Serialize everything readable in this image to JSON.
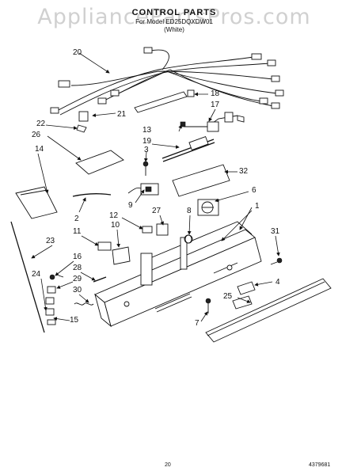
{
  "header": {
    "title": "CONTROL PARTS",
    "subtitle_line1": "For Model ED25DQXDW01",
    "subtitle_line2": "(White)"
  },
  "watermark": {
    "text": "AppliancePartsPros.com"
  },
  "callouts": {
    "c1": "1",
    "c2": "2",
    "c3": "3",
    "c4": "4",
    "c6": "6",
    "c7": "7",
    "c8": "8",
    "c9": "9",
    "c10": "10",
    "c11": "11",
    "c12": "12",
    "c13": "13",
    "c14": "14",
    "c15": "15",
    "c16": "16",
    "c17": "17",
    "c18": "18",
    "c19": "19",
    "c20": "20",
    "c21": "21",
    "c22": "22",
    "c23": "23",
    "c24": "24",
    "c25": "25",
    "c26": "26",
    "c27": "27",
    "c28": "28",
    "c29": "29",
    "c30": "30",
    "c31": "31",
    "c32": "32"
  },
  "footer": {
    "page_number": "20",
    "doc_number": "4379681"
  }
}
